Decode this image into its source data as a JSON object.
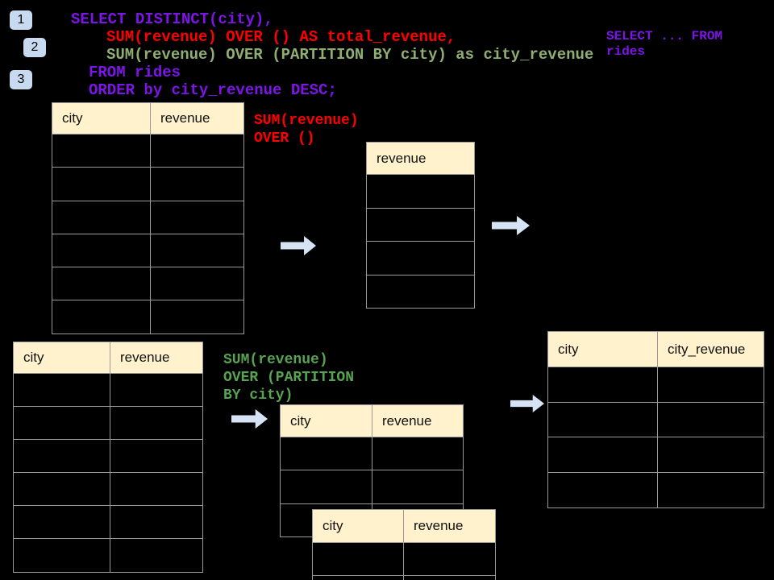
{
  "badges": [
    {
      "label": "1"
    },
    {
      "label": "2"
    },
    {
      "label": "3"
    }
  ],
  "code": {
    "lines": [
      {
        "text": "SELECT DISTINCT(city),",
        "color": "#7d15e8"
      },
      {
        "text": "SUM(revenue) OVER () AS total_revenue,",
        "color": "#ff0000"
      },
      {
        "text": "SUM(revenue) OVER (PARTITION BY city) as city_revenue",
        "color": "#8fae72"
      },
      {
        "text": "FROM rides",
        "color": "#7d15e8"
      },
      {
        "text": "ORDER by city_revenue DESC;",
        "color": "#7d15e8"
      }
    ]
  },
  "side_snippet": {
    "line1": "SELECT ... FROM",
    "line2": "rides",
    "color": "#7d15e8"
  },
  "annotations": {
    "total_revenue": {
      "lines": [
        "SUM(revenue)",
        "OVER ()"
      ],
      "color": "#ff0000"
    },
    "partition": {
      "lines": [
        "SUM(revenue)",
        "OVER (PARTITION",
        "BY city)"
      ],
      "color": "#58a352"
    }
  },
  "tables": {
    "source_top": {
      "headers": [
        "city",
        "revenue"
      ],
      "row_count": 6
    },
    "revenue_only": {
      "headers": [
        "revenue"
      ],
      "row_count": 4
    },
    "source_bottom": {
      "headers": [
        "city",
        "revenue"
      ],
      "row_count": 6
    },
    "partition_back": {
      "headers": [
        "city",
        "revenue"
      ],
      "row_count": 3
    },
    "partition_front": {
      "headers": [
        "city",
        "revenue"
      ],
      "row_count": 2
    },
    "result": {
      "headers": [
        "city",
        "city_revenue"
      ],
      "row_count": 4
    }
  },
  "colors": {
    "background": "#000000",
    "header_fill": "#fff2cc",
    "table_border": "#9a9a9a",
    "arrow_blue": "#d5e3f5",
    "badge_blue": "#c7daef",
    "code_purple": "#7d15e8",
    "code_red": "#ff0000",
    "code_green_light": "#8fae72",
    "annotation_green": "#58a352"
  }
}
